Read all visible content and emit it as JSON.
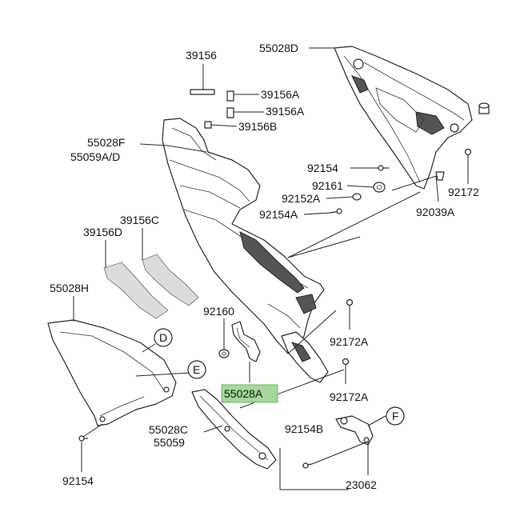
{
  "diagram": {
    "highlight_color": "#a6d89c",
    "line_color": "#222222",
    "labels": {
      "p39156": "39156",
      "p39156A_1": "39156A",
      "p39156A_2": "39156A",
      "p39156B": "39156B",
      "p55028D": "55028D",
      "p55028F": "55028F",
      "p55059AD": "55059A/D",
      "p39156C": "39156C",
      "p39156D": "39156D",
      "p55028H": "55028H",
      "p92154_top": "92154",
      "p92161": "92161",
      "p92152A": "92152A",
      "p92154A": "92154A",
      "p92172": "92172",
      "p92039A": "92039A",
      "p92160": "92160",
      "p92172A_1": "92172A",
      "p92172A_2": "92172A",
      "p55028A": "55028A",
      "p55028C": "55028C",
      "p55059": "55059",
      "p92154B": "92154B",
      "p23062": "23062",
      "p92154_bot": "92154",
      "callout_D": "D",
      "callout_E": "E",
      "callout_F": "F"
    }
  }
}
